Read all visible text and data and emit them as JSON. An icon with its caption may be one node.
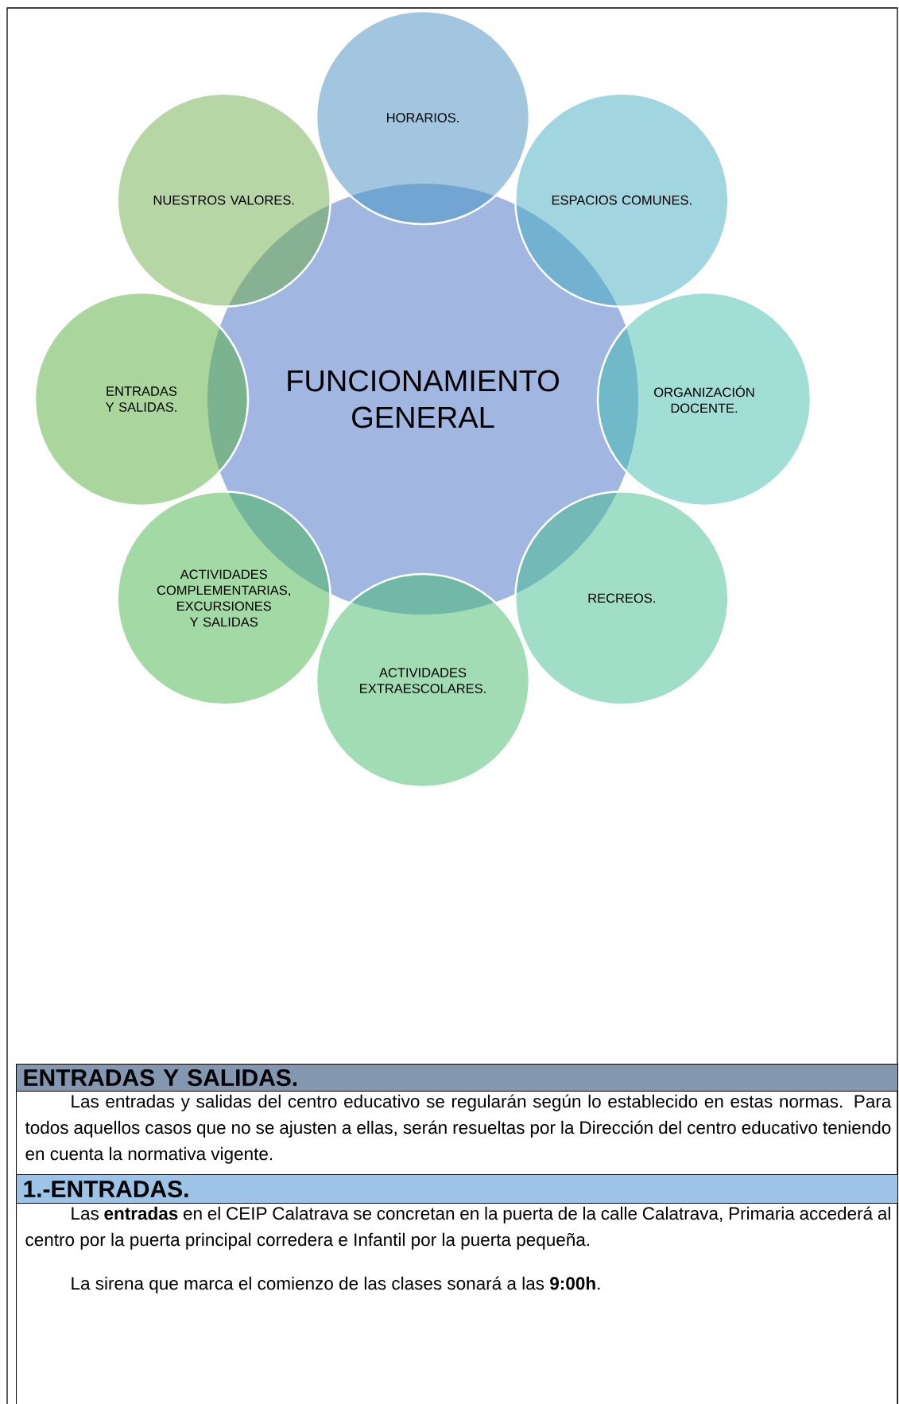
{
  "diagram": {
    "nodes": [
      {
        "text": [
          "FUNCIONAMIENTO GENERAL"
        ]
      },
      {
        "text": [
          "HORARIOS."
        ]
      },
      {
        "text": [
          "ESPACIOS COMUNES."
        ]
      },
      {
        "text": [
          "ORGANIZACIÓN DOCENTE."
        ]
      },
      {
        "text": [
          "RECREOS."
        ]
      },
      {
        "text": [
          "ACTIVIDADES EXTRAESCOLARES."
        ]
      },
      {
        "text": [
          "ACTIVIDADES COMPLEMENTARIAS, EXCURSIONES Y SALIDAS"
        ]
      },
      {
        "text": [
          "ENTRADAS Y SALIDAS."
        ]
      },
      {
        "text": [
          "NUESTROS VALORES."
        ]
      },
      {
        "text": [
          "ENTRADAS Y SALIDAS."
        ]
      },
      {
        "text": [
          "Las entradas y salidas del centro educativo se regularán según lo establecido en estas normas. Para todos aquellos casos que no se ajusten a ellas, serán resueltas por la Dirección del centro educativo teniendo en cuenta la normativa vigente."
        ]
      },
      {
        "text": [
          "1.-ENTRADAS."
        ]
      },
      {
        "text": [
          "Las **entradas** en el CEIP Calatrava se concretan en la puerta de la calle Calatrava, Primaria accederá al centro por la puerta principal corredera e Infantil por la puerta pequeña.",
          "La sirena que marca el comienzo de las clases sonará a las **9:00h**."
        ]
      }
    ]
  }
}
